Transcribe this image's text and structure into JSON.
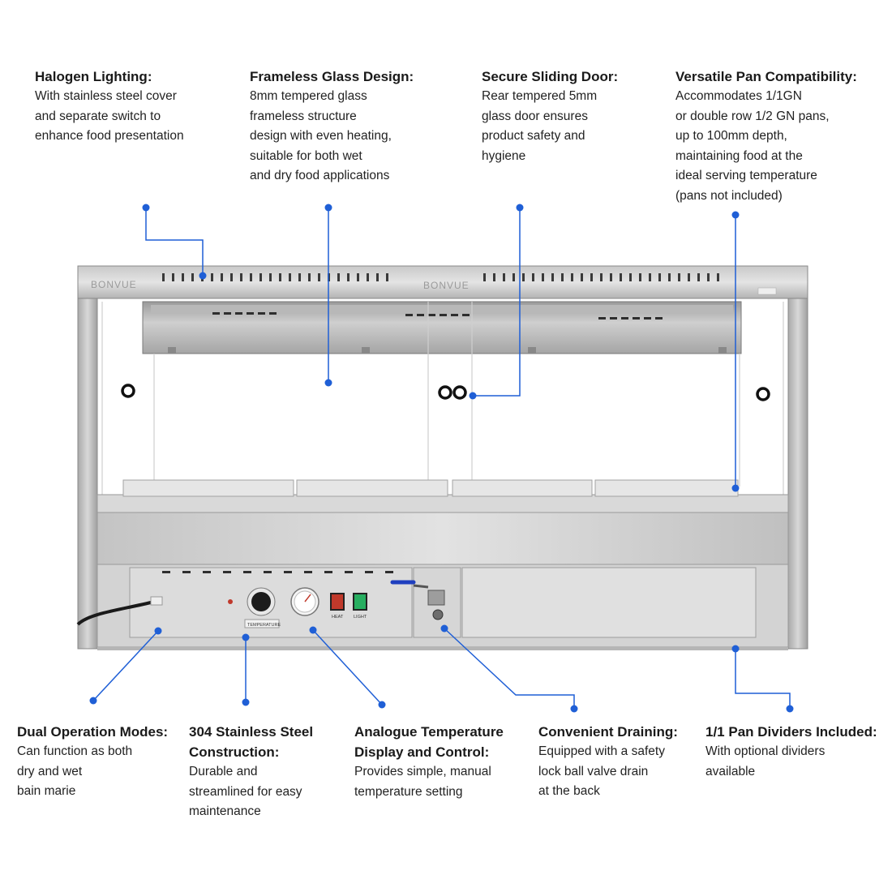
{
  "callouts_top": [
    {
      "id": "halogen",
      "title": "Halogen Lighting:",
      "body": "With stainless steel cover\nand separate switch to\nenhance food presentation"
    },
    {
      "id": "glass",
      "title": "Frameless Glass Design:",
      "body": "8mm tempered glass\nframeless structure\ndesign with even heating,\nsuitable for both wet\nand dry food applications"
    },
    {
      "id": "door",
      "title": "Secure Sliding Door:",
      "body": "Rear tempered 5mm\nglass door ensures\nproduct safety and\nhygiene"
    },
    {
      "id": "pan",
      "title": "Versatile Pan Compatibility:",
      "body": "Accommodates 1/1GN\nor double row 1/2 GN pans,\nup to 100mm depth,\nmaintaining food at the\nideal serving temperature\n(pans not included)"
    }
  ],
  "callouts_bottom": [
    {
      "id": "dual",
      "title": "Dual Operation Modes:",
      "body": "Can function as both\ndry and wet\nbain marie"
    },
    {
      "id": "steel",
      "title": "304 Stainless Steel\nConstruction:",
      "body": "Durable and\nstreamlined for easy\nmaintenance"
    },
    {
      "id": "analogue",
      "title": "Analogue Temperature\nDisplay and Control:",
      "body": "Provides simple, manual\ntemperature setting"
    },
    {
      "id": "drain",
      "title": "Convenient Draining:",
      "body": "Equipped with a safety\nlock ball valve drain\nat the back"
    },
    {
      "id": "dividers",
      "title": "1/1 Pan Dividers Included:",
      "body": "With optional dividers\navailable"
    }
  ],
  "product": {
    "brand_left": "BONVUE",
    "brand_center": "BONVUE",
    "label_temperature": "TEMPERATURE",
    "label_heat": "HEAT",
    "label_light": "LIGHT"
  },
  "colors": {
    "callout_line": "#1f5fd6",
    "steel_light": "#d6d6d6",
    "steel_mid": "#b9b9b9",
    "steel_dark": "#8f8f8f"
  }
}
